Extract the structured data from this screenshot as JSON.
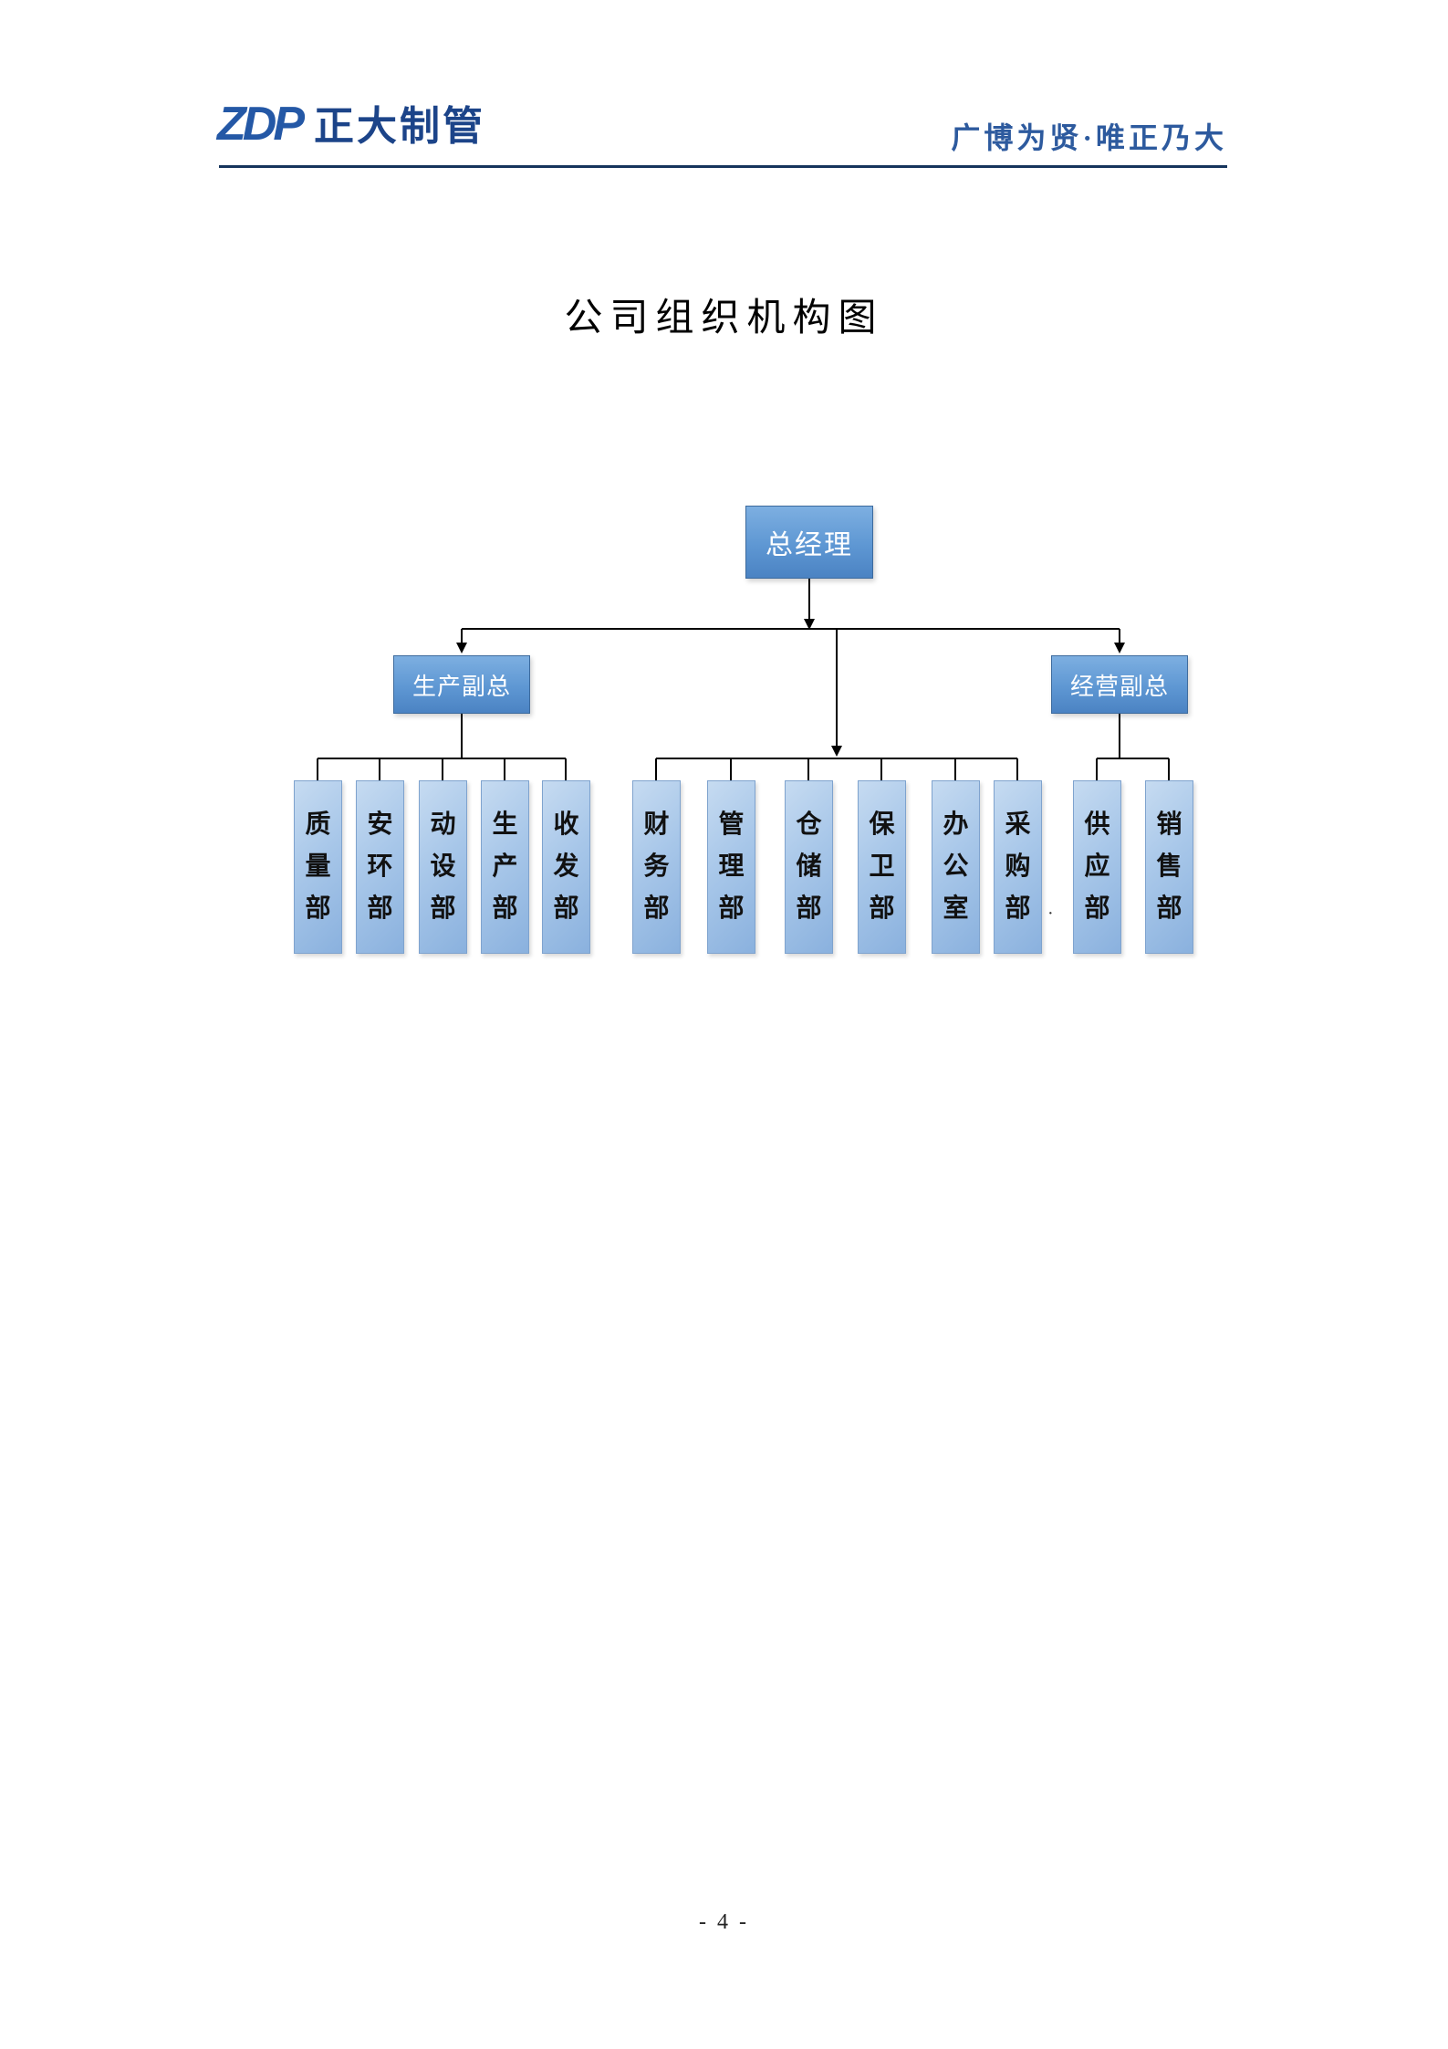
{
  "header": {
    "logo_mark": "ZDP",
    "logo_text": "正大制管",
    "slogan": "广博为贤·唯正乃大"
  },
  "title": "公司组织机构图",
  "chart": {
    "root": "总经理",
    "left_vp": "生产副总",
    "right_vp": "经营副总",
    "left_departments": [
      "质量部",
      "安环部",
      "动设部",
      "生产部",
      "收发部"
    ],
    "root_departments": [
      "财务部",
      "管理部",
      "仓储部",
      "保卫部",
      "办公室",
      "采购部"
    ],
    "right_departments": [
      "供应部",
      "销售部"
    ],
    "stray_mark": "·"
  },
  "footer": {
    "page_number": "- 4 -"
  },
  "colors": {
    "logo_blue": "#2458A6",
    "logo_text_blue": "#1C4489",
    "slogan_blue": "#2D5A9E",
    "header_rule_navy": "#16355C",
    "node_fill_top": "#7DAFE1",
    "node_fill_bottom": "#4B83C3",
    "node_border": "#3D6B9E",
    "dept_fill_top": "#C6DBF1",
    "dept_fill_bottom": "#8AB1DE",
    "dept_border": "#7FA3CE",
    "connector_line": "#000000"
  }
}
